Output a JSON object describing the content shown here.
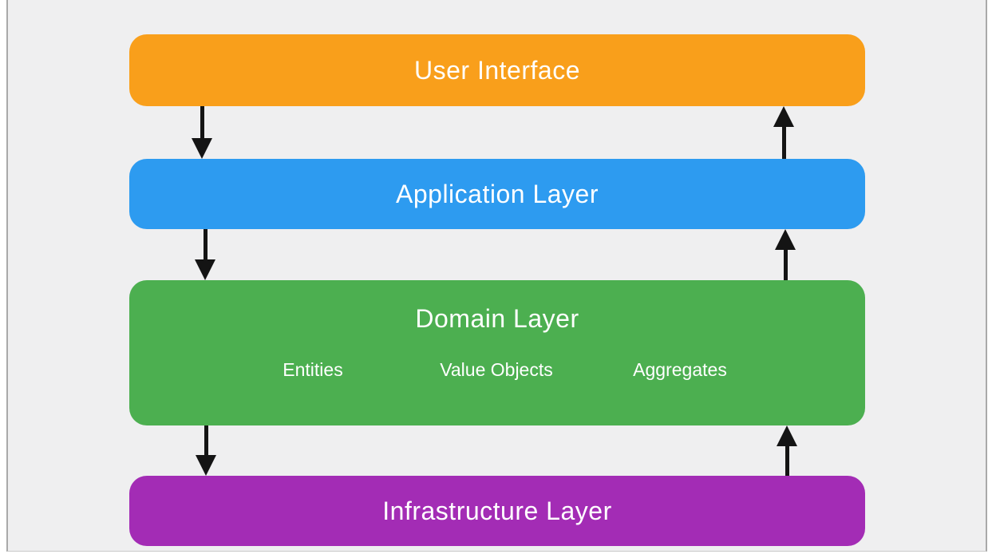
{
  "slide": {
    "background": "#efeff0",
    "frame_border_color": "#a9a9a9"
  },
  "diagram": {
    "type": "layered-architecture",
    "arrow_color": "#141414",
    "text_color": "#ffffff",
    "layers": [
      {
        "label": "User Interface",
        "color": "#f99f1b"
      },
      {
        "label": "Application Layer",
        "color": "#2d9bf0"
      },
      {
        "label": "Domain Layer",
        "color": "#4caf50",
        "sub_items": [
          "Entities",
          "Value Objects",
          "Aggregates"
        ]
      },
      {
        "label": "Infrastructure Layer",
        "color": "#a32cb5"
      }
    ],
    "arrows": [
      {
        "direction": "down",
        "from": "User Interface",
        "to": "Application Layer"
      },
      {
        "direction": "up",
        "from": "Application Layer",
        "to": "User Interface"
      },
      {
        "direction": "down",
        "from": "Application Layer",
        "to": "Domain Layer"
      },
      {
        "direction": "up",
        "from": "Domain Layer",
        "to": "Application Layer"
      },
      {
        "direction": "down",
        "from": "Domain Layer",
        "to": "Infrastructure Layer"
      },
      {
        "direction": "up",
        "from": "Infrastructure Layer",
        "to": "Domain Layer"
      }
    ]
  }
}
